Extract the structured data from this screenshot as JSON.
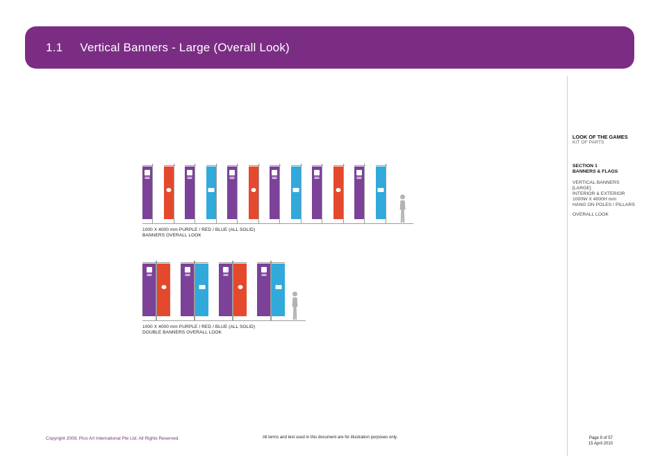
{
  "header": {
    "number": "1.1",
    "title": "Vertical Banners - Large (Overall Look)"
  },
  "sidebar": {
    "title": "LOOK OF THE GAMES",
    "subtitle": "KIT OF PARTS",
    "section_label": "SECTION 1",
    "section_name": "BANNERS & FLAGS",
    "spec_lines": [
      "VERTICAL BANNERS [LARGE]",
      "INTERIOR & EXTERIOR",
      "1000W X 4000H mm",
      "HANG ON POLES / PILLARS"
    ],
    "view_label": "OVERALL LOOK"
  },
  "figures": [
    {
      "caption": [
        "1000 X 4000 mm PURPLE / RED / BLUE (ALL SOLID)",
        "BANNERS OVERALL LOOK"
      ],
      "groups": [
        [
          "purple"
        ],
        [
          "red"
        ],
        [
          "purple"
        ],
        [
          "blue"
        ],
        [
          "purple"
        ],
        [
          "red"
        ],
        [
          "purple"
        ],
        [
          "blue"
        ],
        [
          "purple"
        ],
        [
          "red"
        ],
        [
          "purple"
        ],
        [
          "blue"
        ]
      ]
    },
    {
      "caption": [
        "1000 X 4000 mm PURPLE / RED / BLUE (ALL SOLID)",
        "DOUBLE BANNERS OVERALL LOOK"
      ],
      "groups": [
        [
          "purple",
          "red"
        ],
        [
          "purple",
          "blue"
        ],
        [
          "purple",
          "red"
        ],
        [
          "purple",
          "blue"
        ]
      ]
    }
  ],
  "banner_styles": {
    "purple": {
      "color": "#7c4198",
      "emblem": "logo-top"
    },
    "red": {
      "color": "#e5492d",
      "emblem": "rings-mid"
    },
    "blue": {
      "color": "#31a9db",
      "emblem": "badge-mid"
    }
  },
  "footer": {
    "copyright": "Copyright 2009, Pico Art International Pte Ltd. All Rights Reserved.",
    "disclaimer": "All terms and text used in this document are for illustration purposes only.",
    "page_info": "Page 9 of 57",
    "date": "15 April 2010"
  },
  "colors": {
    "brand_purple": "#7b2d84",
    "banner_purple": "#7c4198",
    "banner_red": "#e5492d",
    "banner_blue": "#31a9db",
    "silhouette_gray": "#b3b3b3",
    "line_gray": "#9b9b9b"
  }
}
